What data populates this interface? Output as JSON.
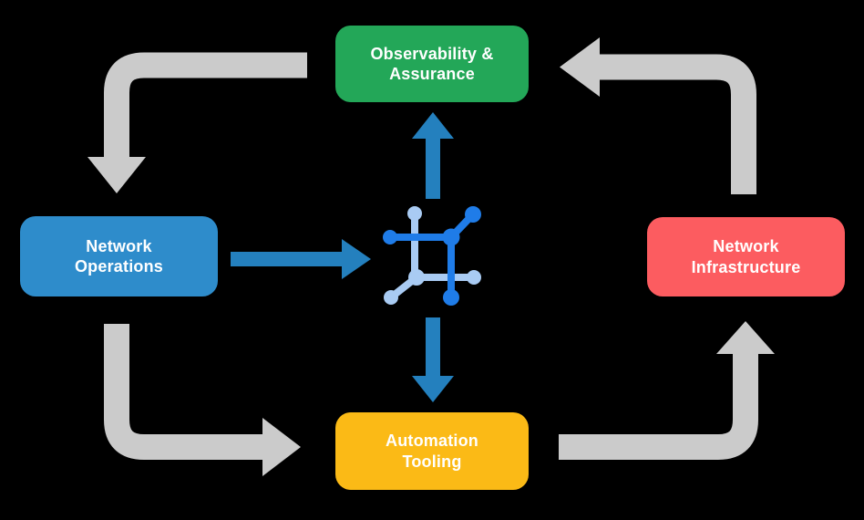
{
  "diagram": {
    "background_color": "#000000",
    "nodes": {
      "observability": {
        "label": "Observability &\nAssurance",
        "color": "#23A758",
        "text_color": "#FFFFFF"
      },
      "operations": {
        "label": "Network\nOperations",
        "color": "#2E8CCB",
        "text_color": "#FFFFFF"
      },
      "infrastructure": {
        "label": "Network\nInfrastructure",
        "color": "#FC5C60",
        "text_color": "#FFFFFF"
      },
      "automation": {
        "label": "Automation\nTooling",
        "color": "#FBBA16",
        "text_color": "#FFFFFF"
      }
    },
    "center_icon": {
      "name": "mesh-network-icon",
      "dark_color": "#1F7CE8",
      "light_color": "#A9CBF3"
    },
    "arrows": {
      "cycle_color": "#CBCBCB",
      "center_color": "#2480BE",
      "cycle_flow": [
        {
          "from": "Observability & Assurance",
          "to": "Network Operations"
        },
        {
          "from": "Network Operations",
          "to": "Automation Tooling"
        },
        {
          "from": "Automation Tooling",
          "to": "Network Infrastructure"
        },
        {
          "from": "Network Infrastructure",
          "to": "Observability & Assurance"
        }
      ],
      "center_flow": [
        {
          "from": "Network Operations",
          "to": "center icon"
        },
        {
          "from": "center icon",
          "to": "Observability & Assurance"
        },
        {
          "from": "center icon",
          "to": "Automation Tooling"
        }
      ]
    }
  }
}
